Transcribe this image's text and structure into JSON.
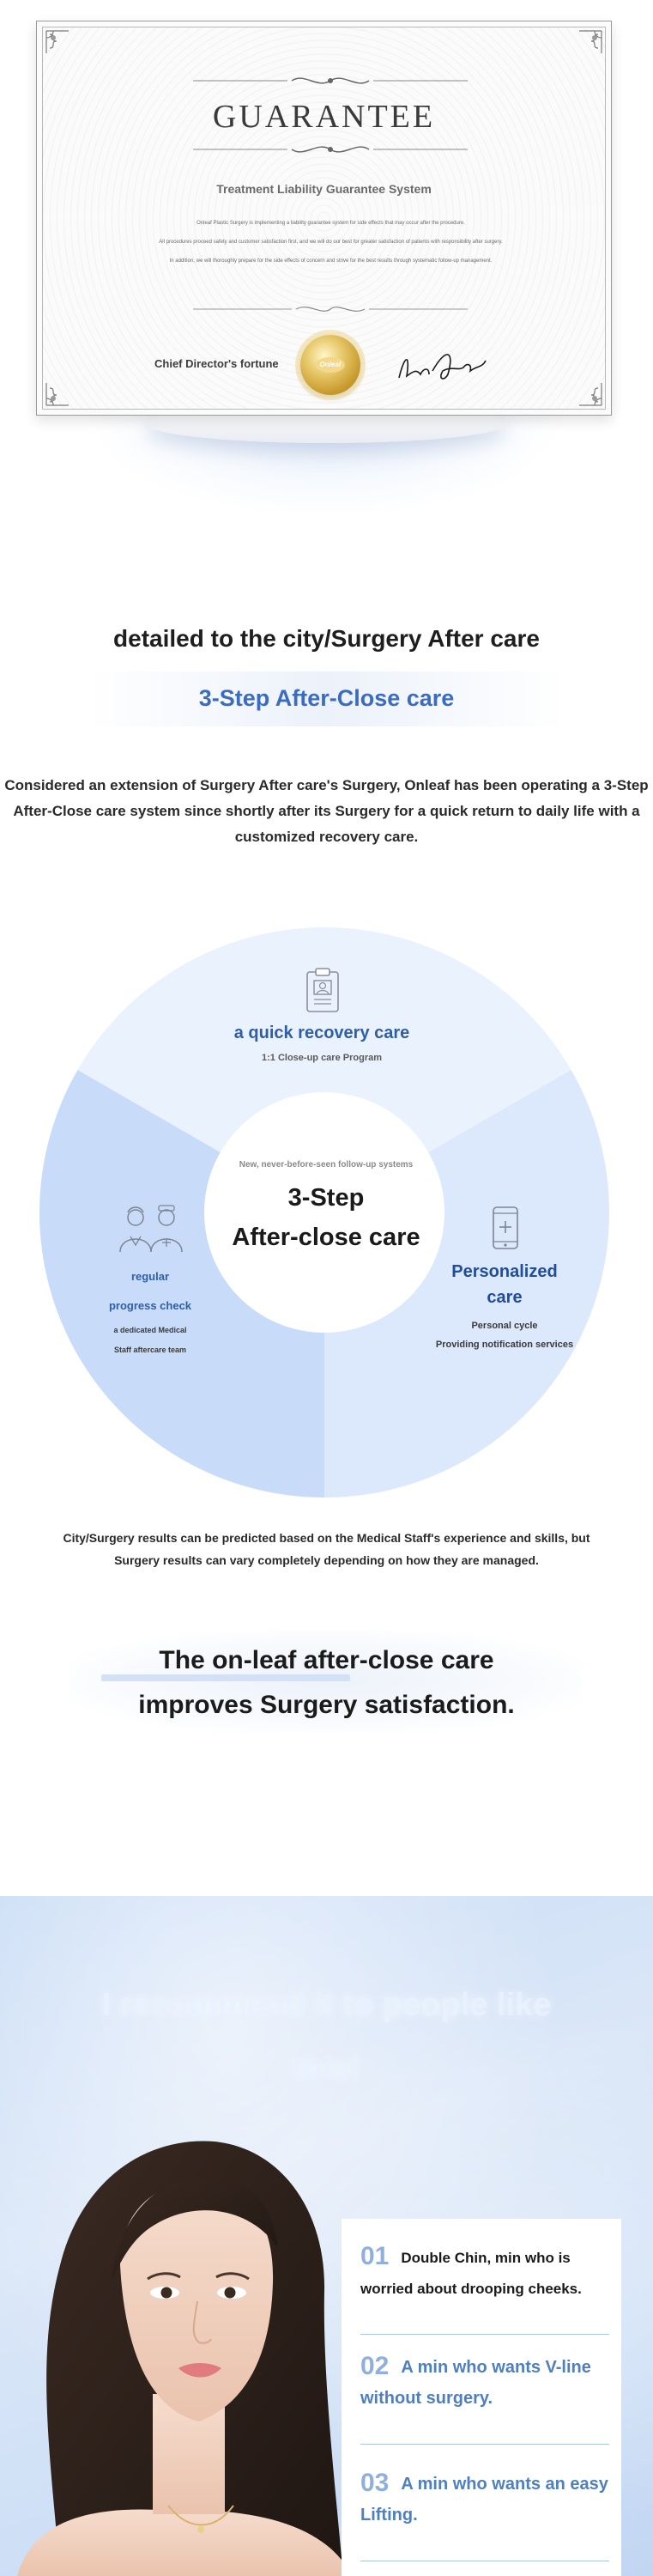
{
  "certificate": {
    "title": "GUARANTEE",
    "subtitle": "Treatment Liability Guarantee System",
    "body": [
      "Onleaf Plastic Surgery is implementing a liability guarantee system for side effects that may occur after the procedure.",
      "All procedures proceed safety and customer satisfaction first, and we will do our best for greater satisfaction of patients with responsibility after surgery.",
      "In addition, we will thoroughly prepare for the side effects of concern and strive for the best results through systematic follow-up management."
    ],
    "signatory_label": "Chief Director's fortune",
    "seal_text": "Onleaf",
    "signature_text": "Lee JaeWoon"
  },
  "intro": {
    "subheading": "detailed to the city/Surgery After care",
    "title": "3-Step After-Close care",
    "description_lines": [
      "Considered an extension of Surgery After care's Surgery, Onleaf has been operating a 3-Step",
      "After-Close care system since shortly after its Surgery for a quick return to daily life with a",
      "customized recovery care."
    ]
  },
  "care_wheel": {
    "center_small": "New, never-before-seen follow-up systems",
    "center_title_lines": [
      "3-Step",
      "After-close care"
    ],
    "segments": [
      {
        "title": "a quick recovery care",
        "subtitle": "1:1 Close-up care Program",
        "icon": "clipboard-icon"
      },
      {
        "title_lines": [
          "regular",
          "progress check"
        ],
        "subtitle_lines": [
          "a dedicated Medical",
          "Staff aftercare team"
        ],
        "icon": "medical-staff-icon"
      },
      {
        "title_lines": [
          "Personalized",
          "care"
        ],
        "subtitle_lines": [
          "Personal cycle",
          "Providing notification services"
        ],
        "icon": "phone-icon"
      }
    ],
    "colors": {
      "top": "#eaf2fe",
      "left": "#c8dcfa",
      "right": "#dce8fb",
      "center": "#ffffff"
    }
  },
  "disclaimer_lines": [
    "City/Surgery results can be predicted based on the Medical Staff's experience and skills, but",
    "Surgery results can vary completely depending on how they are managed."
  ],
  "satisfaction": {
    "lines": [
      "The on-leaf after-close care",
      "improves Surgery satisfaction."
    ]
  },
  "recommend": {
    "heading_lines": [
      "I recommend it to people like",
      "this!"
    ],
    "items": [
      {
        "number": "01",
        "text": "Double Chin, min who is worried about drooping cheeks."
      },
      {
        "number": "02",
        "text": "A min who wants V-line without surgery."
      },
      {
        "number": "03",
        "text": "A min who wants an easy Lifting."
      }
    ]
  }
}
